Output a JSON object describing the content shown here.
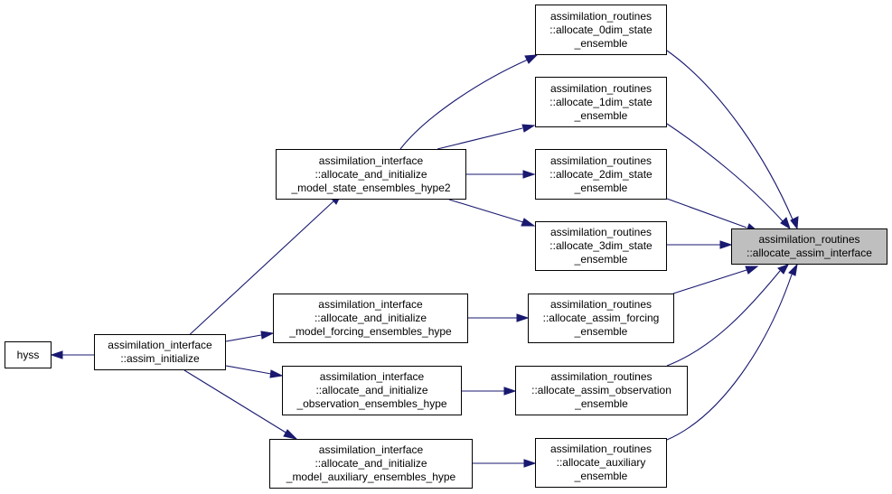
{
  "colors": {
    "edge": "#191970",
    "highlight_fill": "#bfbfbf",
    "node_border": "#000000"
  },
  "nodes": {
    "hyss": [
      "hyss"
    ],
    "assim_initialize": [
      "assimilation_interface",
      "::assim_initialize"
    ],
    "model_state": [
      "assimilation_interface",
      "::allocate_and_initialize",
      "_model_state_ensembles_hype2"
    ],
    "model_forcing": [
      "assimilation_interface",
      "::allocate_and_initialize",
      "_model_forcing_ensembles_hype"
    ],
    "observation": [
      "assimilation_interface",
      "::allocate_and_initialize",
      "_observation_ensembles_hype"
    ],
    "model_auxiliary": [
      "assimilation_interface",
      "::allocate_and_initialize",
      "_model_auxiliary_ensembles_hype"
    ],
    "alloc_0dim": [
      "assimilation_routines",
      "::allocate_0dim_state",
      "_ensemble"
    ],
    "alloc_1dim": [
      "assimilation_routines",
      "::allocate_1dim_state",
      "_ensemble"
    ],
    "alloc_2dim": [
      "assimilation_routines",
      "::allocate_2dim_state",
      "_ensemble"
    ],
    "alloc_3dim": [
      "assimilation_routines",
      "::allocate_3dim_state",
      "_ensemble"
    ],
    "alloc_forcing": [
      "assimilation_routines",
      "::allocate_assim_forcing",
      "_ensemble"
    ],
    "alloc_observation": [
      "assimilation_routines",
      "::allocate_assim_observation",
      "_ensemble"
    ],
    "alloc_auxiliary": [
      "assimilation_routines",
      "::allocate_auxiliary",
      "_ensemble"
    ],
    "alloc_assim_interface": [
      "assimilation_routines",
      "::allocate_assim_interface"
    ]
  }
}
